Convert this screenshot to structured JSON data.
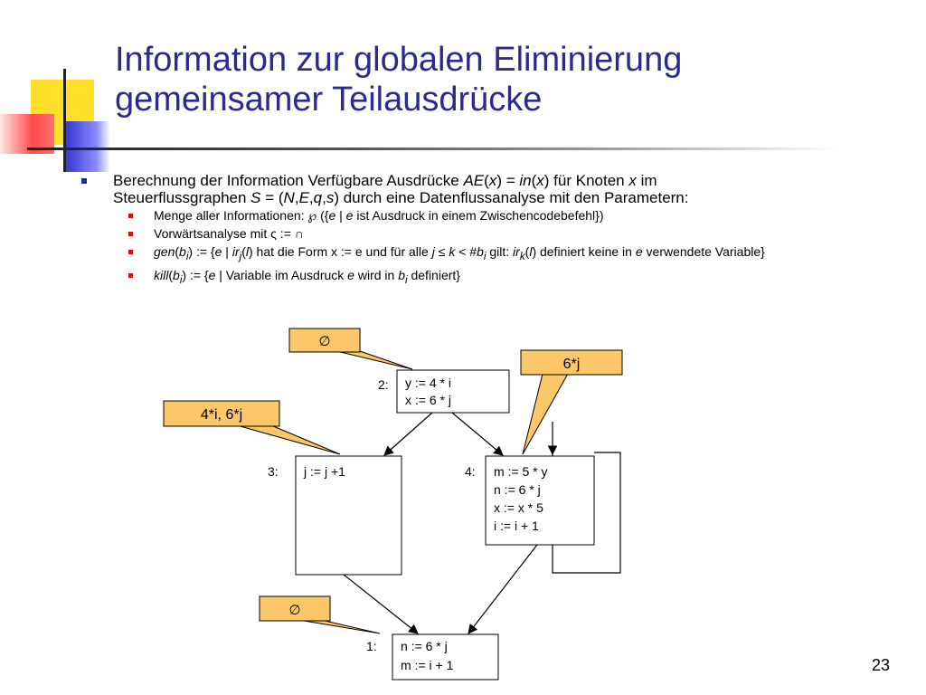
{
  "slide": {
    "title_line1": "Information zur globalen Eliminierung",
    "title_line2": "gemeinsamer Teilausdrücke",
    "page_number": "23"
  },
  "bullets": {
    "main": {
      "p1": "Berechnung der Information Verfügbare Ausdrücke ",
      "ae": "AE",
      "p2": "(",
      "x1": "x",
      "p3": ") = ",
      "in": "in",
      "p4": "(",
      "x2": "x",
      "p5": ") für Knoten ",
      "x3": "x",
      "p6": " im",
      "p7": "Steuerflussgraphen ",
      "s": "S",
      "p8": " = (",
      "n": "N",
      "c1": ",",
      "e": "E",
      "c2": ",",
      "q": "q",
      "c3": ",",
      "s2": "s",
      "p9": ") durch eine Datenflussanalyse mit den Parametern:"
    },
    "sub1": {
      "p1": "Menge aller Informationen: ",
      "powerset": "℘",
      "p2": " ({",
      "e1": "e",
      "p3": " | ",
      "e2": "e",
      "p4": " ist Ausdruck in einem Zwischencodebefehl})"
    },
    "sub2": {
      "p1": "Vorwärtsanalyse mit ",
      "op": "ς",
      "p2": " := ",
      "cap": "∩"
    },
    "sub3": {
      "gen": "gen",
      "p1": "(",
      "b": "b",
      "bi": "i",
      "p2": ") := {",
      "e": "e",
      "p3": " | ",
      "ir": "ir",
      "irj": "j",
      "p4": "(",
      "l": "l",
      "p5": ") hat die Form x := e und für alle ",
      "j": "j",
      "le": " ≤ ",
      "k": "k",
      "p6": " < #",
      "b2": "b",
      "b2i": "i",
      "p7": " gilt: ",
      "ir2": "ir",
      "irk": "k",
      "p8": "(",
      "l2": "l",
      "p9": ") definiert keine in ",
      "e2": "e",
      "p10": " verwendete Variable}"
    },
    "sub4": {
      "kill": "kill",
      "p1": "(",
      "b": "b",
      "bi": "i",
      "p2": ") := {",
      "e": "e",
      "p3": " | Variable im Ausdruck ",
      "e2": "e",
      "p4": " wird in ",
      "b2": "b",
      "b2i": "i",
      "p5": " definiert}"
    }
  },
  "diagram": {
    "nodes": [
      {
        "label": "2:",
        "lines": [
          "y := 4 * i",
          "x := 6 * j"
        ]
      },
      {
        "label": "3:",
        "lines": [
          "j := j +1"
        ]
      },
      {
        "label": "4:",
        "lines": [
          "m := 5 * y",
          "n := 6 * j",
          "x := x * 5",
          "i := i + 1"
        ]
      },
      {
        "label": "1:",
        "lines": [
          "n := 6 * j",
          "m := i + 1"
        ]
      }
    ],
    "callouts": [
      {
        "text": "∅"
      },
      {
        "text": "6*j"
      },
      {
        "text": "4*i, 6*j"
      },
      {
        "text": "∅"
      }
    ]
  },
  "colors": {
    "title": "#2b2b8f",
    "callout_fill": "#fcc769",
    "bullet_main": "#1a2a8f",
    "bullet_sub": "#d41010"
  }
}
